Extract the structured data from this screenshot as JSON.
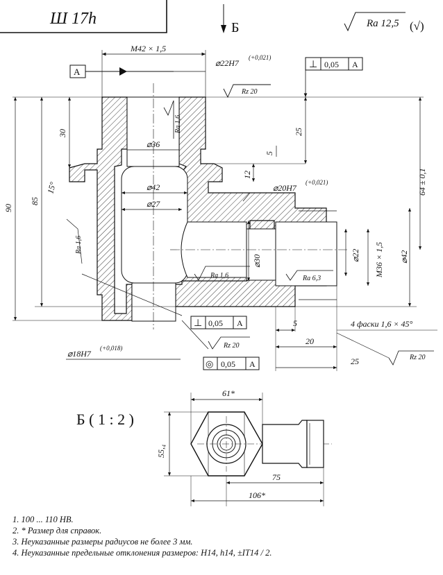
{
  "title_block": {
    "label": "Ш 17h"
  },
  "view_b_arrow": "Б",
  "roughness_default": {
    "value": "Ra 12,5",
    "paren": "(√)"
  },
  "datum": {
    "letter": "A"
  },
  "tolerances": {
    "perp_top": {
      "symbol": "⊥",
      "value": "0,05",
      "datum": "A"
    },
    "perp_bottom": {
      "symbol": "⊥",
      "value": "0,05",
      "datum": "A"
    },
    "coax_bottom": {
      "symbol": "◎",
      "value": "0,05",
      "datum": "A"
    }
  },
  "dimensions": {
    "thread_top": "M42 × 1,5",
    "bore_top": "⌀22H7",
    "bore_top_tol": "(+0,021)",
    "rz_top": "Rz 20",
    "ra_16_a": "Ra 1,6",
    "d36": "⌀36",
    "d42": "⌀42",
    "d27": "⌀27",
    "d20h7": "⌀20H7",
    "d20h7_tol": "(+0,021)",
    "d30": "⌀30",
    "d22": "⌀22",
    "m36": "M36 × 1,5",
    "d42_right": "⌀42",
    "ra_16_b": "Ra 1,6",
    "ra_63": "Ra 6,3",
    "ra_16_c": "Ra 1,6",
    "v90": "90",
    "v85": "85",
    "v30": "30",
    "v25": "25",
    "v5": "5",
    "v12": "12",
    "v64": "64 ± 0,1",
    "angle15": "15°",
    "h5": "5",
    "h20": "20",
    "h25": "25",
    "chamfers": "4 фаски 1,6 × 45°",
    "rz_right": "Rz 20",
    "rz_bottom": "Rz 20",
    "d18h7": "⌀18H7",
    "d18h7_tol": "(+0,018)"
  },
  "view_b": {
    "title": "Б ( 1 : 2 )",
    "w61": "61*",
    "h55": "55,₄",
    "w75": "75",
    "w106": "106*"
  },
  "notes": [
    "1.  100 ... 110 HB.",
    "2.  * Размер для справок.",
    "3.  Неуказанные размеры радиусов не более 3 мм.",
    "4.  Неуказанные предельные отклонения размеров: H14, h14, ±IT14 / 2."
  ]
}
